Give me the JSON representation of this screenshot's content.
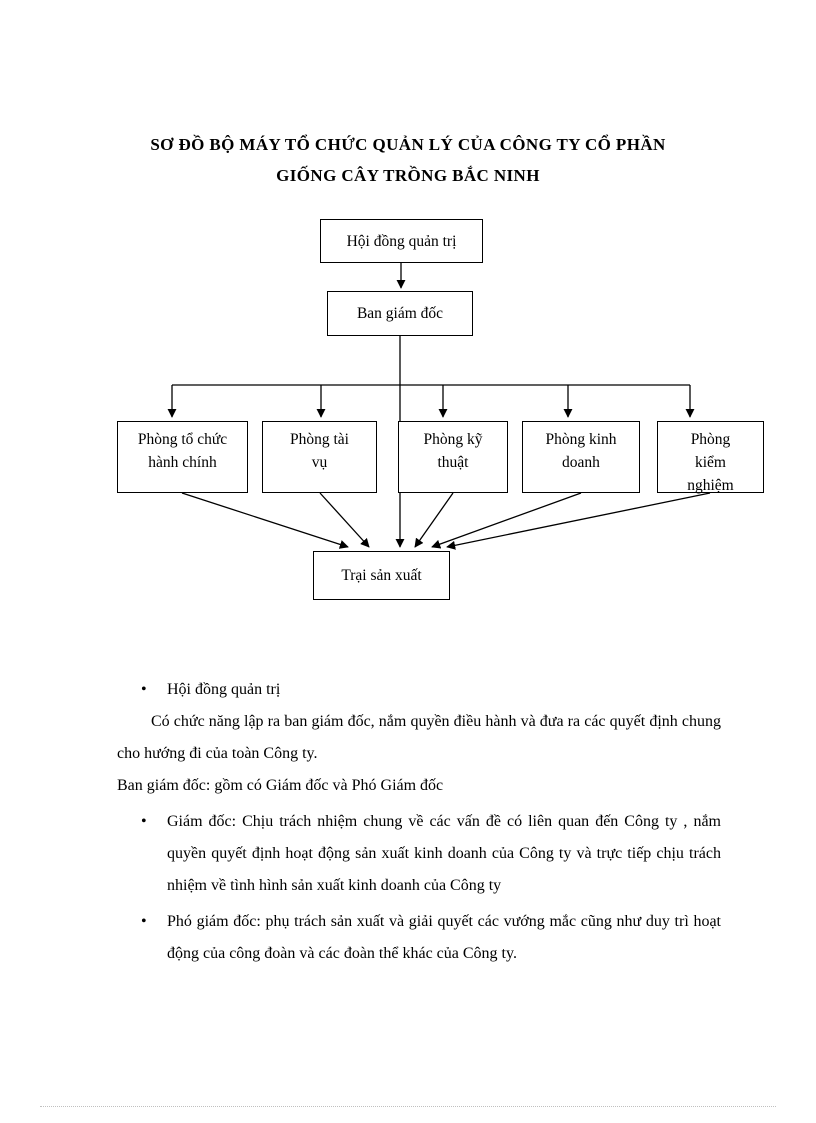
{
  "document": {
    "title_line1": "SƠ ĐỒ BỘ MÁY TỔ CHỨC QUẢN LÝ CỦA CÔNG TY CỔ PHẦN",
    "title_line2": "GIỐNG CÂY TRỒNG BẮC NINH"
  },
  "diagram": {
    "boxes": {
      "board": "Hội đồng quản trị",
      "management": "Ban giám đốc",
      "dept_admin": "Phòng tổ chức hành chính",
      "dept_finance": "Phòng tài vụ",
      "dept_technical": "Phòng kỹ thuật",
      "dept_business": "Phòng kinh doanh",
      "dept_testing": "Phòng kiểm nghiệm",
      "production": "Trại sản xuất"
    }
  },
  "body": {
    "bullet_board": "Hội đồng quản trị",
    "board_desc": "Có chức năng lập ra ban giám đốc, nắm quyền điều hành và đưa ra các quyết định chung cho hướng đi của toàn Công ty.",
    "management_line": "Ban giám đốc: gồm có Giám đốc và Phó Giám đốc",
    "bullet_director": "Giám đốc: Chịu trách nhiệm chung về các vấn đề có liên quan đến Công ty , nắm quyền quyết định hoạt động sản xuất kinh doanh của Công ty và trực tiếp chịu trách nhiệm về tình hình sản xuất kinh doanh của Công ty",
    "bullet_deputy": "Phó giám đốc: phụ trách sản xuất và giải quyết các vướng mắc cũng như duy trì hoạt động của công đoàn và các đoàn thể khác của Công ty."
  }
}
